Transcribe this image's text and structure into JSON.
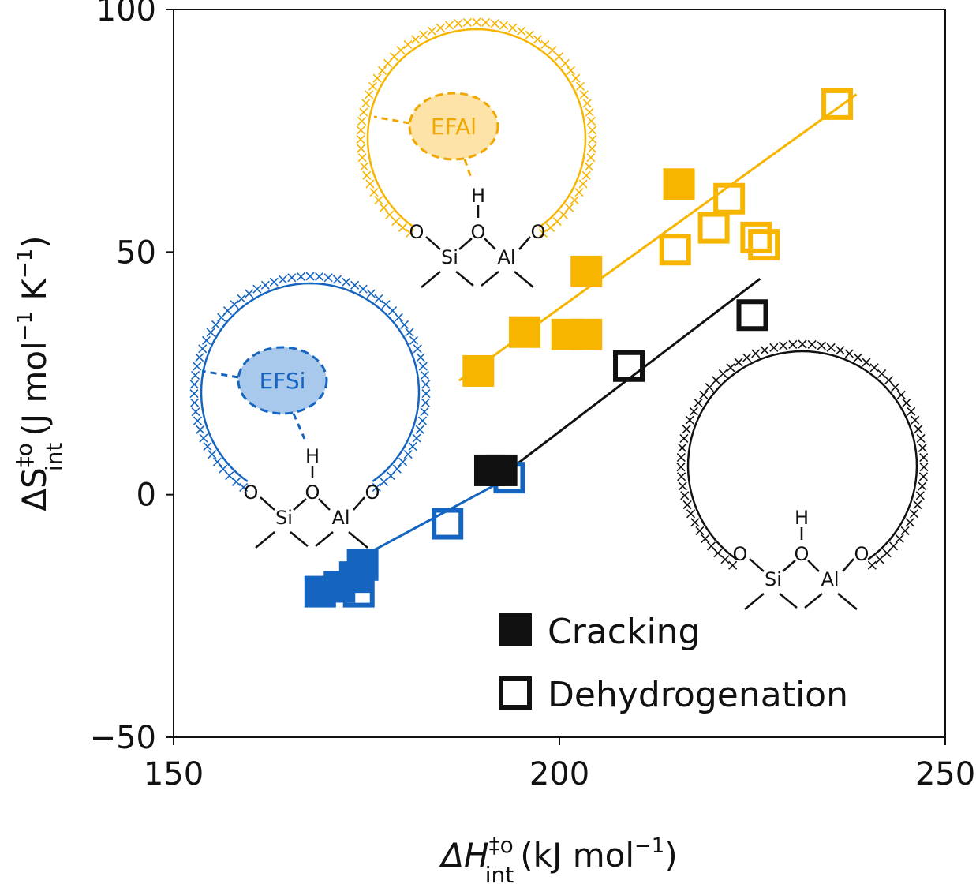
{
  "chart_data": {
    "type": "scatter",
    "xlabel": {
      "main": "ΔH",
      "sup": "‡o",
      "sub": "int",
      "unit": "(kJ mol",
      "unit_sup": "−1",
      "unit_end": ")"
    },
    "ylabel": {
      "main": "ΔS",
      "sup": "‡o",
      "sub": "int",
      "unit": "(J mol",
      "unit_sup1": "−1",
      "unit_mid": " K",
      "unit_sup2": "−1",
      "unit_end": ")"
    },
    "xlim": [
      150,
      250
    ],
    "ylim": [
      -50,
      100
    ],
    "x_ticks": [
      {
        "value": 150,
        "label": "150"
      },
      {
        "value": 200,
        "label": "200"
      },
      {
        "value": 250,
        "label": "250"
      }
    ],
    "y_ticks": [
      {
        "value": -50,
        "label": "−50"
      },
      {
        "value": 0,
        "label": "0"
      },
      {
        "value": 50,
        "label": "50"
      },
      {
        "value": 100,
        "label": "100"
      }
    ],
    "legend": {
      "position": "bottom-center",
      "entries": [
        {
          "label": "Cracking",
          "marker": "filled-square"
        },
        {
          "label": "Dehydrogenation",
          "marker": "open-square"
        }
      ]
    },
    "series": [
      {
        "group": "EFSi",
        "color": "#1565c0",
        "cracking": [
          [
            169,
            -20
          ],
          [
            171.5,
            -19
          ],
          [
            173.5,
            -17
          ],
          [
            174.5,
            -14.5
          ]
        ],
        "dehydrogenation": [
          [
            174,
            -20
          ],
          [
            185.5,
            -6
          ],
          [
            193.5,
            3.5
          ]
        ],
        "fit": [
          [
            173,
            -14
          ],
          [
            194,
            4
          ]
        ]
      },
      {
        "group": "EFAl",
        "color": "#f7b500",
        "cracking": [
          [
            189.5,
            25.5
          ],
          [
            195.5,
            33.5
          ],
          [
            201,
            33
          ],
          [
            203.5,
            33
          ],
          [
            203.5,
            46
          ],
          [
            215.5,
            64
          ]
        ],
        "dehydrogenation": [
          [
            215,
            50.5
          ],
          [
            220,
            55
          ],
          [
            222,
            61
          ],
          [
            225.5,
            53
          ],
          [
            226.5,
            51.5
          ],
          [
            236,
            80.5
          ]
        ],
        "fit": [
          [
            187,
            23.5
          ],
          [
            238.5,
            82.5
          ]
        ]
      },
      {
        "group": "bare",
        "color": "#111111",
        "cracking": [
          [
            191,
            5
          ],
          [
            192.5,
            5
          ]
        ],
        "dehydrogenation": [
          [
            209,
            26.5
          ],
          [
            225,
            37
          ]
        ],
        "fit": [
          [
            193,
            4.5
          ],
          [
            226,
            44.5
          ]
        ]
      }
    ],
    "annotations": {
      "efsi_label": "EFSi",
      "efal_label": "EFAl",
      "atom_o": "O",
      "atom_h": "H",
      "atom_si": "Si",
      "atom_al": "Al"
    }
  }
}
